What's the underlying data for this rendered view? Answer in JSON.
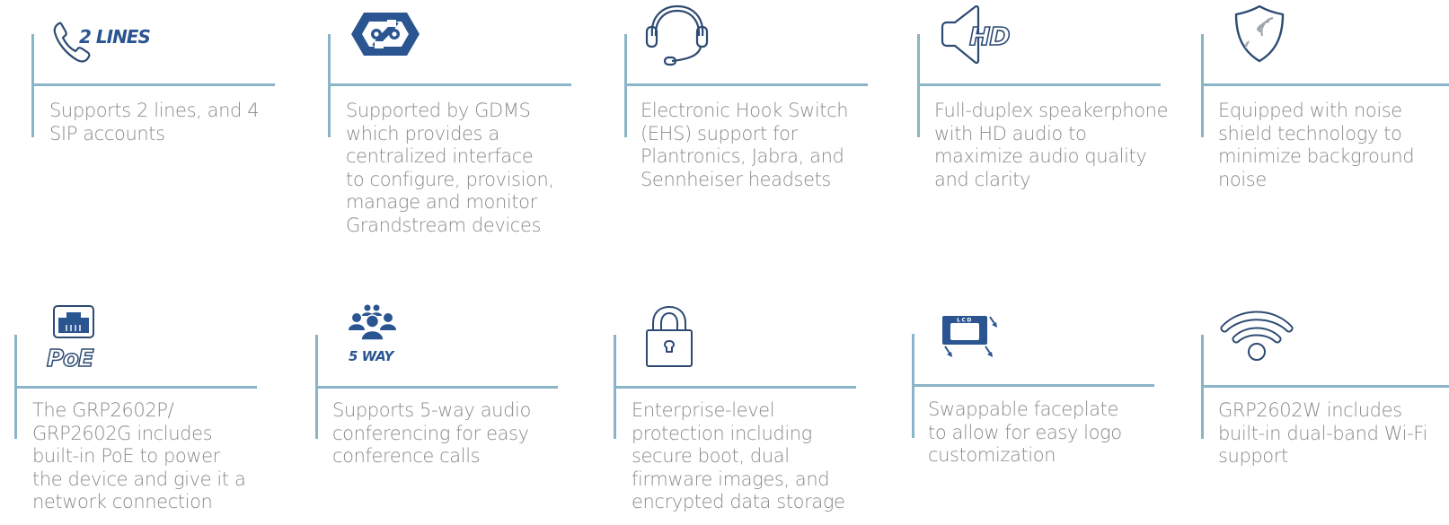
{
  "colors": {
    "icon_blue": "#2a5591",
    "icon_outline": "#2d4a73",
    "rule_line": "#8ab4c8",
    "text_gray": "#8a8a8a"
  },
  "features": [
    {
      "icon": "phone-2-lines-icon",
      "icon_label": "2 LINES",
      "text": "Supports 2 lines, and 4\nSIP accounts"
    },
    {
      "icon": "gdms-hexagon-icon",
      "text": "Supported by GDMS\nwhich provides a\ncentralized interface\nto configure, provision,\nmanage and monitor\nGrandstream devices"
    },
    {
      "icon": "headset-icon",
      "text": " Electronic Hook Switch\n(EHS) support for\nPlantronics, Jabra, and\nSennheiser headsets"
    },
    {
      "icon": "speaker-hd-icon",
      "icon_label": "HD",
      "text": "Full-duplex speakerphone\nwith HD audio to\nmaximize audio quality\nand clarity"
    },
    {
      "icon": "noise-shield-icon",
      "text": "Equipped with noise\nshield technology to\nminimize background\nnoise"
    },
    {
      "icon": "poe-ethernet-icon",
      "icon_label": "PoE",
      "text": "The GRP2602P/\nGRP2602G includes\nbuilt-in PoE to power\nthe device and give it a\nnetwork connection"
    },
    {
      "icon": "five-way-conference-icon",
      "icon_label": "5 WAY",
      "text": "Supports 5-way audio\nconferencing for easy\nconference calls"
    },
    {
      "icon": "padlock-icon",
      "text": "Enterprise-level\nprotection including\nsecure boot, dual\nfirmware images, and\nencrypted data storage"
    },
    {
      "icon": "lcd-faceplate-icon",
      "icon_label": "LCD",
      "text": "Swappable faceplate\nto allow for easy logo\ncustomization"
    },
    {
      "icon": "wifi-icon",
      "text": "GRP2602W includes\nbuilt-in dual-band Wi-Fi\nsupport"
    }
  ]
}
